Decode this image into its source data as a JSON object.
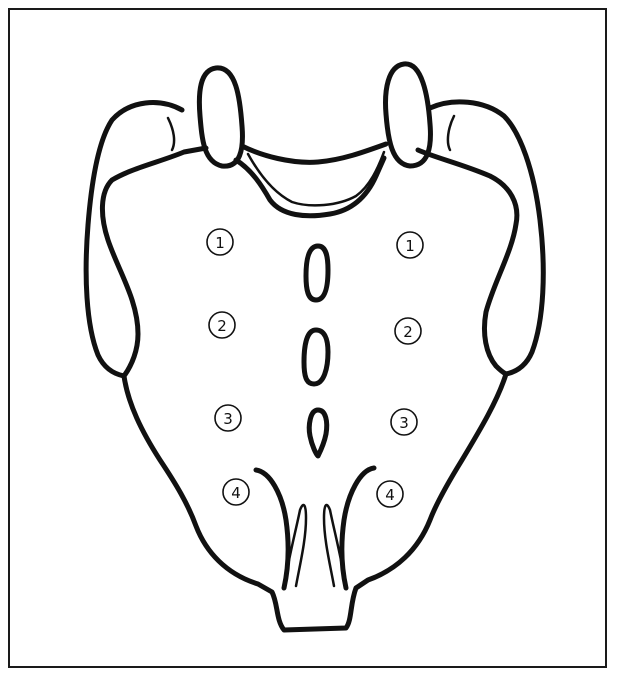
{
  "diagram": {
    "left_markers": [
      "1",
      "2",
      "3",
      "4"
    ],
    "right_markers": [
      "1",
      "2",
      "3",
      "4"
    ],
    "colors": {
      "stroke": "#111111",
      "background": "#ffffff",
      "frame": "#1a1a1a"
    }
  }
}
